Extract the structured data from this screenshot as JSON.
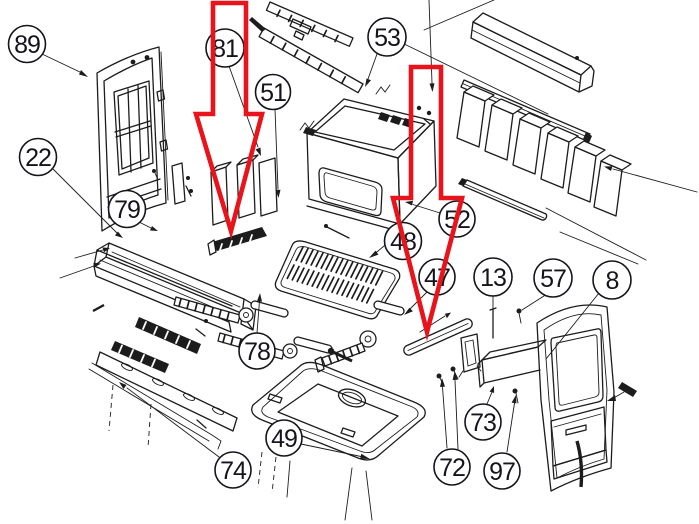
{
  "diagram": {
    "kind": "exploded-parts-diagram",
    "subject": "stove assembly exploded view",
    "background_color": "#ffffff",
    "line_color": "#1c1c1c",
    "callout_text_color": "#14141c",
    "highlight_color": "#e8131b"
  },
  "callouts": [
    {
      "label": "89"
    },
    {
      "label": "22"
    },
    {
      "label": "79"
    },
    {
      "label": "81"
    },
    {
      "label": "51"
    },
    {
      "label": "53"
    },
    {
      "label": "52"
    },
    {
      "label": "48"
    },
    {
      "label": "47"
    },
    {
      "label": "13"
    },
    {
      "label": "57"
    },
    {
      "label": "8"
    },
    {
      "label": "78"
    },
    {
      "label": "74"
    },
    {
      "label": "49"
    },
    {
      "label": "72"
    },
    {
      "label": "73"
    },
    {
      "label": "97"
    }
  ],
  "highlight_arrows": [
    {
      "name": "large-down-arrow-left",
      "color": "#e8131b",
      "direction": "down"
    },
    {
      "name": "large-down-arrow-right",
      "color": "#e8131b",
      "direction": "down"
    }
  ]
}
